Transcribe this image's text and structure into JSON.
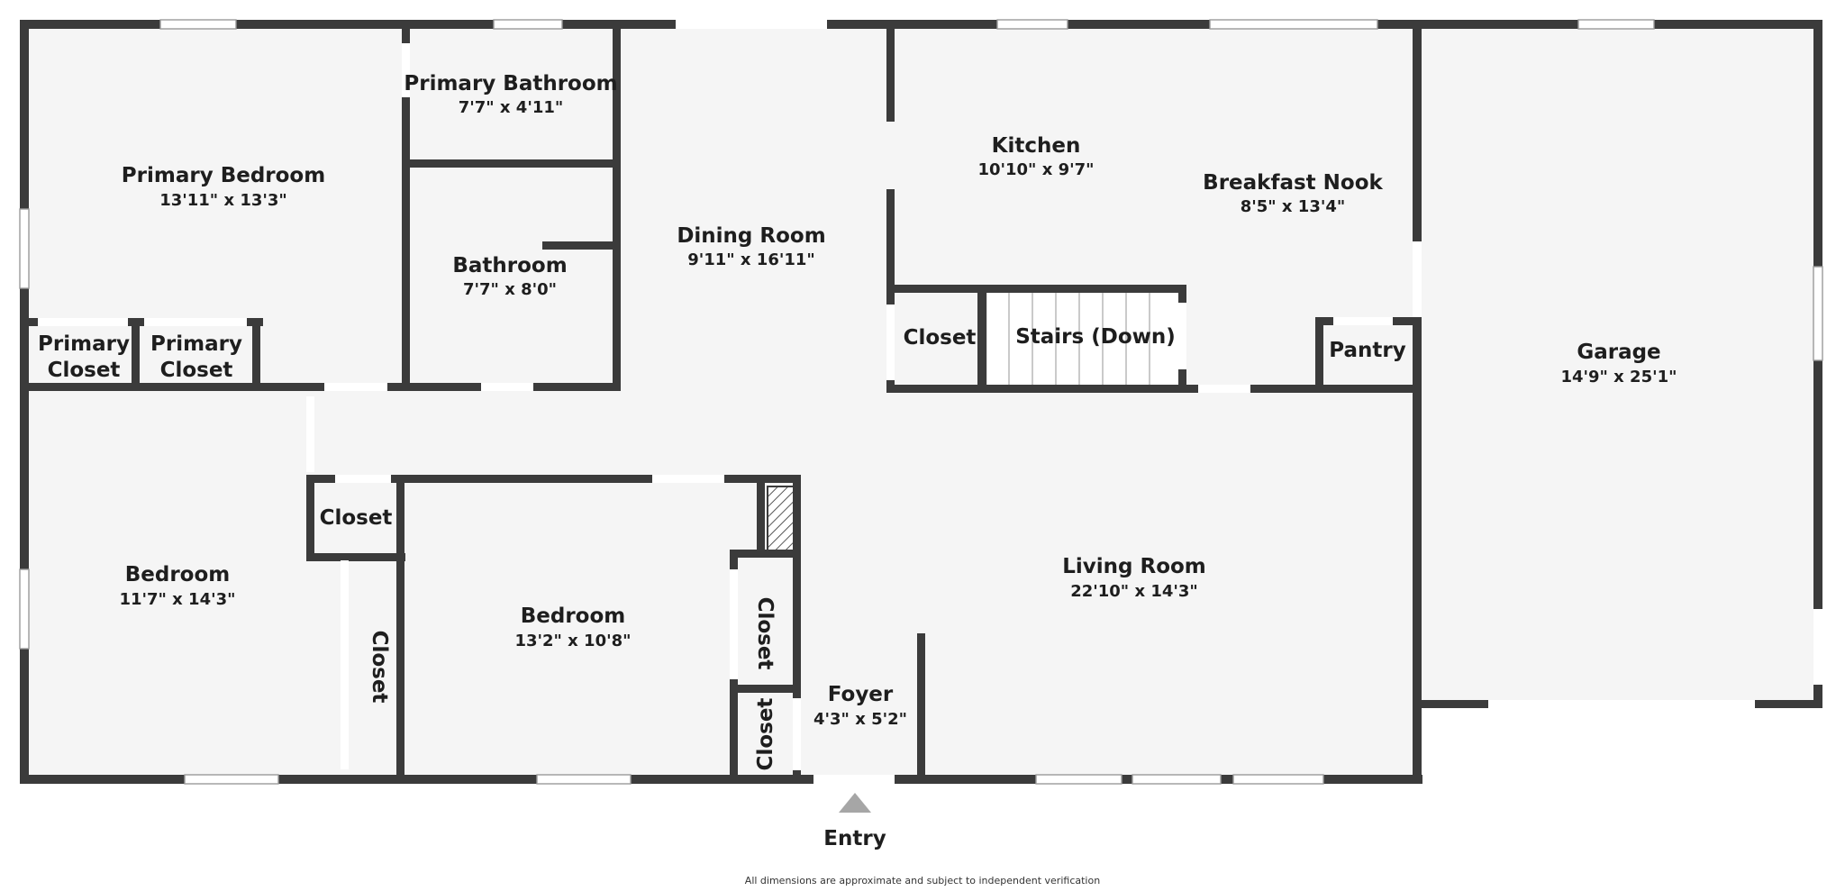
{
  "rooms": {
    "primary_bedroom": {
      "name": "Primary Bedroom",
      "dims": "13'11\" x 13'3\""
    },
    "primary_bathroom": {
      "name": "Primary Bathroom",
      "dims": "7'7\" x 4'11\""
    },
    "bathroom": {
      "name": "Bathroom",
      "dims": "7'7\" x 8'0\""
    },
    "dining_room": {
      "name": "Dining Room",
      "dims": "9'11\" x 16'11\""
    },
    "kitchen": {
      "name": "Kitchen",
      "dims": "10'10\" x 9'7\""
    },
    "breakfast_nook": {
      "name": "Breakfast Nook",
      "dims": "8'5\" x 13'4\""
    },
    "garage": {
      "name": "Garage",
      "dims": "14'9\" x 25'1\""
    },
    "primary_closet_1": {
      "line1": "Primary",
      "line2": "Closet"
    },
    "primary_closet_2": {
      "line1": "Primary",
      "line2": "Closet"
    },
    "closet_kitchen": {
      "name": "Closet"
    },
    "stairs": {
      "name": "Stairs (Down)"
    },
    "pantry": {
      "name": "Pantry"
    },
    "closet_hall": {
      "name": "Closet"
    },
    "bedroom_left": {
      "name": "Bedroom",
      "dims": "11'7\" x 14'3\""
    },
    "closet_left_vertical": {
      "name": "Closet"
    },
    "bedroom_center": {
      "name": "Bedroom",
      "dims": "13'2\" x 10'8\""
    },
    "closet_center_upper": {
      "name": "Closet"
    },
    "closet_center_lower": {
      "name": "Closet"
    },
    "foyer": {
      "name": "Foyer",
      "dims": "4'3\" x 5'2\""
    },
    "living_room": {
      "name": "Living Room",
      "dims": "22'10\" x 14'3\""
    }
  },
  "entry": {
    "label": "Entry"
  },
  "footnote": "All dimensions are approximate and subject to independent verification",
  "colors": {
    "wall": "#3b3b3b",
    "floor": "#f5f5f5",
    "entry_arrow": "#a6a6a6"
  }
}
